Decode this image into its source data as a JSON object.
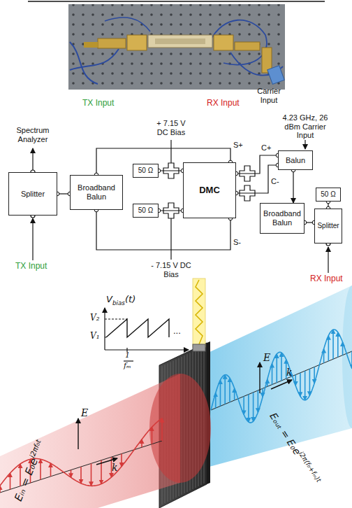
{
  "diagram": {
    "nodes": [
      {
        "text": [
          "Splitter"
        ]
      },
      {
        "text": [
          "Broadband Balun"
        ]
      },
      {
        "text": [
          "50 Ω"
        ]
      },
      {
        "text": [
          "DMC"
        ]
      },
      {
        "text": [
          "50 Ω"
        ]
      },
      {
        "text": [
          "Balun"
        ]
      },
      {
        "text": [
          "Broadband Balun"
        ]
      },
      {
        "text": [
          "50 Ω"
        ]
      },
      {
        "text": [
          "Splitter"
        ]
      }
    ],
    "edges": [
      {
        "from": 0,
        "to": 1,
        "arrow": "none"
      },
      {
        "from": 1,
        "to": 3,
        "arrow": "none"
      },
      {
        "from": 1,
        "to": 3,
        "arrow": "none"
      },
      {
        "from": 2,
        "to": 3,
        "arrow": "none"
      },
      {
        "from": 4,
        "to": 3,
        "arrow": "none"
      },
      {
        "from": 5,
        "to": 3,
        "arrow": "none"
      },
      {
        "from": 5,
        "to": 3,
        "arrow": "none"
      },
      {
        "from": 5,
        "to": 6,
        "arrow": "to"
      },
      {
        "from": 6,
        "to": 8,
        "arrow": "none"
      },
      {
        "from": 7,
        "to": 8,
        "arrow": "none"
      }
    ],
    "labels": [
      "TX Input",
      "RX Input",
      "Carrier Input",
      "Spectrum Analyzer",
      "+ 7.15 V DC Bias",
      "4.23 GHz, 26 dBm Carrier Input",
      "S+",
      "C+",
      "C-",
      "S-",
      "- 7.15 V DC Bias",
      "TX Input",
      "RX Input",
      "V",
      "bias",
      "(t)",
      "V₂",
      "V₁",
      "1",
      "fₘ",
      "...",
      "E",
      "k",
      "E",
      "k",
      "Eᵢₙ = E₀e",
      "i2πf₀t",
      "Eₒᵤₜ = E₀e",
      "i2π(f₀+fₘ)t"
    ]
  }
}
